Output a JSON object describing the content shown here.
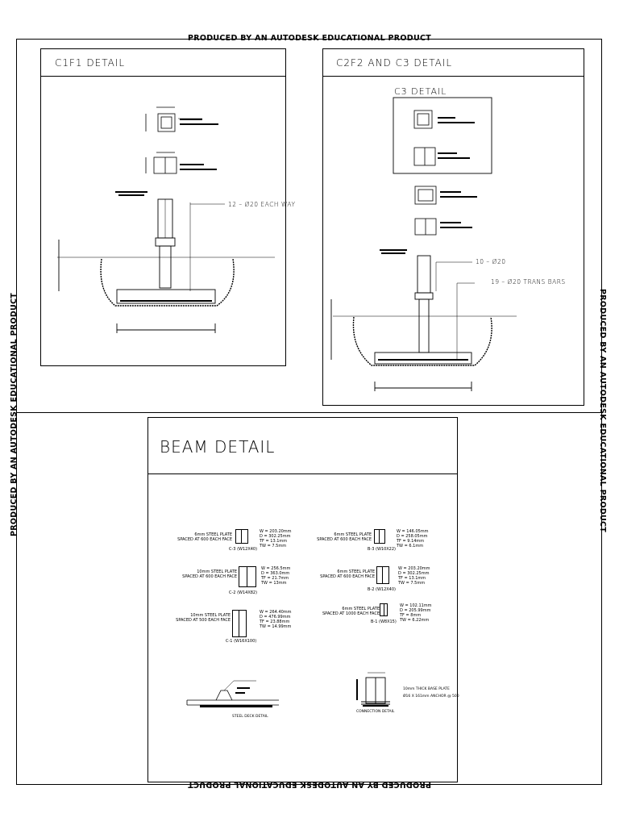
{
  "watermark": "PRODUCED BY AN AUTODESK EDUCATIONAL PRODUCT",
  "panels": {
    "c1f1": {
      "title": "C1F1 DETAIL",
      "callout": "12 – Ø20 EACH WAY"
    },
    "c2f2": {
      "title": "C2F2 AND C3 DETAIL",
      "sub_title": "C3 DETAIL",
      "callout_bars": "10 – Ø20",
      "callout_trans": "19 – Ø20 TRANS BARS"
    },
    "beam": {
      "title": "BEAM DETAIL",
      "sections": [
        {
          "plate": "6mm STEEL PLATE",
          "spacing": "SPACED AT 600 EACH FACE",
          "label": "C-3 (W12X40)",
          "props": [
            "W = 203.20mm",
            "D = 302.25mm",
            "TF = 13.1mm",
            "TW = 7.5mm"
          ]
        },
        {
          "plate": "6mm STEEL PLATE",
          "spacing": "SPACED AT 600 EACH FACE",
          "label": "B-3 (W10X22)",
          "props": [
            "W = 146.05mm",
            "D = 258.05mm",
            "TF = 9.14mm",
            "TW = 6.1mm"
          ]
        },
        {
          "plate": "10mm STEEL PLATE",
          "spacing": "SPACED AT 600 EACH FACE",
          "label": "C-2 (W14X82)",
          "props": [
            "W = 256.5mm",
            "D = 363.0mm",
            "TF = 21.7mm",
            "TW = 13mm"
          ]
        },
        {
          "plate": "6mm STEEL PLATE",
          "spacing": "SPACED AT 600 EACH FACE",
          "label": "B-2 (W12X40)",
          "props": [
            "W = 203.20mm",
            "D = 302.25mm",
            "TF = 13.1mm",
            "TW = 7.5mm"
          ]
        },
        {
          "plate": "6mm STEEL PLATE",
          "spacing": "SPACED AT 1000 EACH FACE",
          "label": "B-1 (W8X15)",
          "props": [
            "W = 102.11mm",
            "D = 205.99mm",
            "TF = 8mm",
            "TW = 6.22mm"
          ]
        },
        {
          "plate": "10mm STEEL PLATE",
          "spacing": "SPACED AT 500 EACH FACE",
          "label": "C-1 (W16X100)",
          "props": [
            "W = 264.40mm",
            "D = 476.99mm",
            "TF = 23.88mm",
            "TW = 14.99mm"
          ]
        }
      ],
      "steel_deck_label": "STEEL DECK DETAIL",
      "connection_label": "CONNECTION DETAIL",
      "connection_notes": [
        "10mm THICK BASE PLATE",
        "Ø16 X 161mm ANCHOR @ 500"
      ]
    }
  }
}
